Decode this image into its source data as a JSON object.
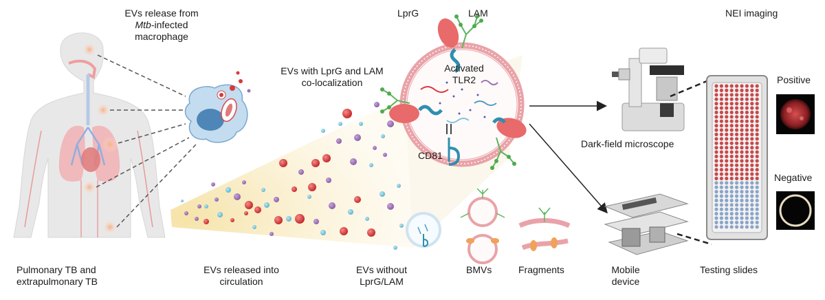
{
  "labels": {
    "ev_release_line1": "EVs release from",
    "ev_release_mtb": "Mtb",
    "ev_release_line2_rest": "-infected",
    "ev_release_line3": "macrophage",
    "lprg": "LprG",
    "lam": "LAM",
    "nei_imaging": "NEI imaging",
    "colocal_line1": "EVs with LprG and LAM",
    "colocal_line2": "co-localization",
    "activated_line1": "Activated",
    "activated_line2": "TLR2",
    "positive": "Positive",
    "negative": "Negative",
    "cd81": "CD81",
    "darkfield": "Dark-field microscope",
    "pulmonary_line1": "Pulmonary TB and",
    "pulmonary_line2": "extrapulmonary TB",
    "released_line1": "EVs released into",
    "released_line2": "circulation",
    "without_line1": "EVs without",
    "without_line2": "LprG/LAM",
    "bmvs": "BMVs",
    "fragments": "Fragments",
    "mobile_line1": "Mobile",
    "mobile_line2": "device",
    "testing_slides": "Testing slides"
  },
  "colors": {
    "ev_red": "#d9383a",
    "ev_purple": "#9a72b3",
    "ev_cyan": "#79c6dc",
    "lprg_red": "#e86a6a",
    "lam_green": "#5bb55b",
    "tlr2_teal": "#2e8fb0",
    "membrane": "#e9a3a8",
    "body": "#e4e4e4",
    "cone": "#f8eac0",
    "slide_red": "#c8484a",
    "slide_blue": "#8aa4c8"
  },
  "slide_array": {
    "red_rows": 22,
    "blue_rows": 11,
    "columns": 9
  }
}
